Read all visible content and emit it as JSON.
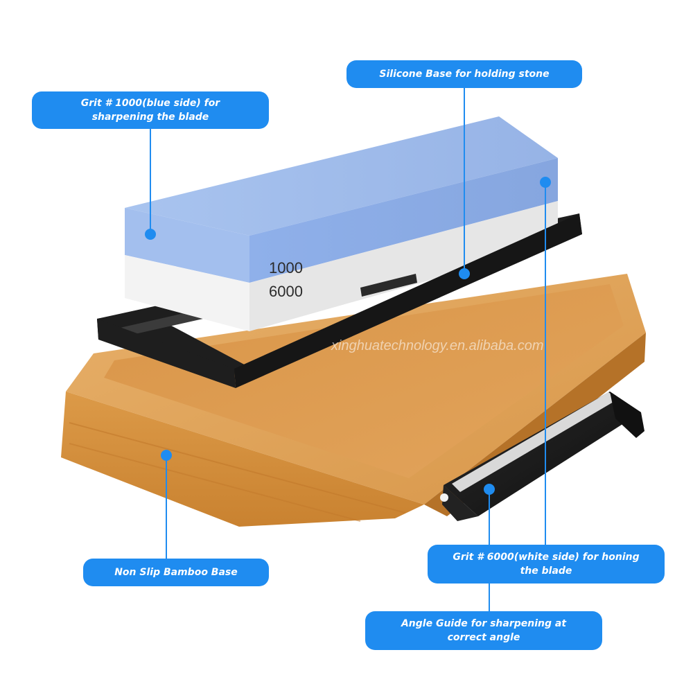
{
  "callouts": {
    "grit_1000": {
      "line1": "Grit # 1000(blue side) for",
      "line2": "sharpening the blade"
    },
    "silicone": {
      "line1": "Silicone Base for holding stone"
    },
    "bamboo": {
      "line1": "Non Slip Bamboo Base"
    },
    "grit_6000": {
      "line1": "Grit # 6000(white side) for honing",
      "line2": "the blade"
    },
    "angle_guide": {
      "line1": "Angle Guide for sharpening at",
      "line2": "correct angle"
    }
  },
  "stone": {
    "label_top": "1000",
    "label_bottom": "6000"
  },
  "watermark": "xinghuatechnology.en.alibaba.com",
  "colors": {
    "callout_blue": "#1f8cf0",
    "stone_blue": "#9ab8ea",
    "stone_white": "#efefef",
    "bamboo": "#d58f3e",
    "silicone": "#1e1e1e"
  }
}
